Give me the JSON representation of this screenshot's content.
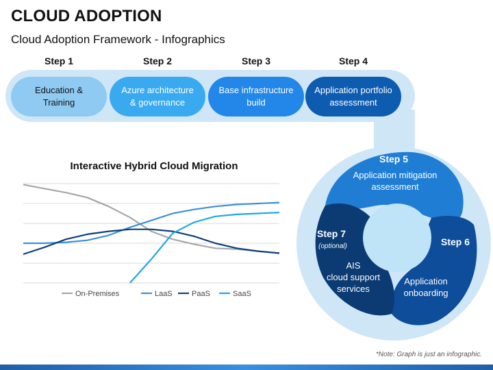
{
  "header": {
    "title": "CLOUD ADOPTION",
    "subtitle": "Cloud Adoption Framework - Infographics"
  },
  "steps": [
    {
      "label": "Step 1",
      "text_line1": "Education &",
      "text_line2": "Training",
      "color": "#8fcaf2",
      "text_color": "#111111"
    },
    {
      "label": "Step 2",
      "text_line1": "Azure architecture",
      "text_line2": "& governance",
      "color": "#3aaaf0",
      "text_color": "#ffffff"
    },
    {
      "label": "Step 3",
      "text_line1": "Base infrastructure",
      "text_line2": "build",
      "color": "#2287e8",
      "text_color": "#ffffff"
    },
    {
      "label": "Step 4",
      "text_line1": "Application portfolio",
      "text_line2": "assessment",
      "color": "#0d5cb0",
      "text_color": "#ffffff"
    }
  ],
  "cycle": {
    "step5": {
      "label": "Step 5",
      "line1": "Application mitigation",
      "line2": "assessment",
      "color": "#1f7ed4"
    },
    "step6": {
      "label": "Step 6",
      "line1": "Application",
      "line2": "onboarding",
      "color": "#0d4d99"
    },
    "step7": {
      "label": "Step 7",
      "note": "(optional)",
      "line1": "AIS",
      "line2": "cloud support",
      "line3": "services",
      "color": "#0b3b72"
    },
    "ring_color": "#cfe6f7",
    "center_color": "#bfe3f7"
  },
  "chart_data": {
    "type": "line",
    "title": "Interactive Hybrid Cloud Migration",
    "x": [
      0,
      1,
      2,
      3,
      4,
      5,
      6,
      7,
      8,
      9,
      10,
      11,
      12
    ],
    "ylim": [
      0,
      5
    ],
    "grid": true,
    "legend_position": "bottom",
    "series": [
      {
        "name": "On-Premises",
        "color": "#a6a6a6",
        "values": [
          4.95,
          4.75,
          4.55,
          4.3,
          3.85,
          3.3,
          2.6,
          2.2,
          1.95,
          1.75,
          1.7,
          1.6,
          1.5
        ]
      },
      {
        "name": "LaaS",
        "color": "#3a8fe0",
        "values": [
          2.0,
          2.0,
          2.05,
          2.15,
          2.4,
          2.8,
          3.15,
          3.5,
          3.7,
          3.85,
          3.95,
          4.0,
          4.05
        ]
      },
      {
        "name": "PaaS",
        "color": "#0e3f7a",
        "values": [
          1.45,
          1.8,
          2.2,
          2.45,
          2.6,
          2.7,
          2.7,
          2.6,
          2.35,
          2.0,
          1.75,
          1.6,
          1.5
        ]
      },
      {
        "name": "SaaS",
        "color": "#1ea6ea",
        "values": [
          null,
          null,
          null,
          null,
          null,
          0.0,
          1.2,
          2.5,
          3.05,
          3.35,
          3.45,
          3.5,
          3.55
        ]
      }
    ]
  },
  "footnote": "*Note: Graph is just an infographic."
}
